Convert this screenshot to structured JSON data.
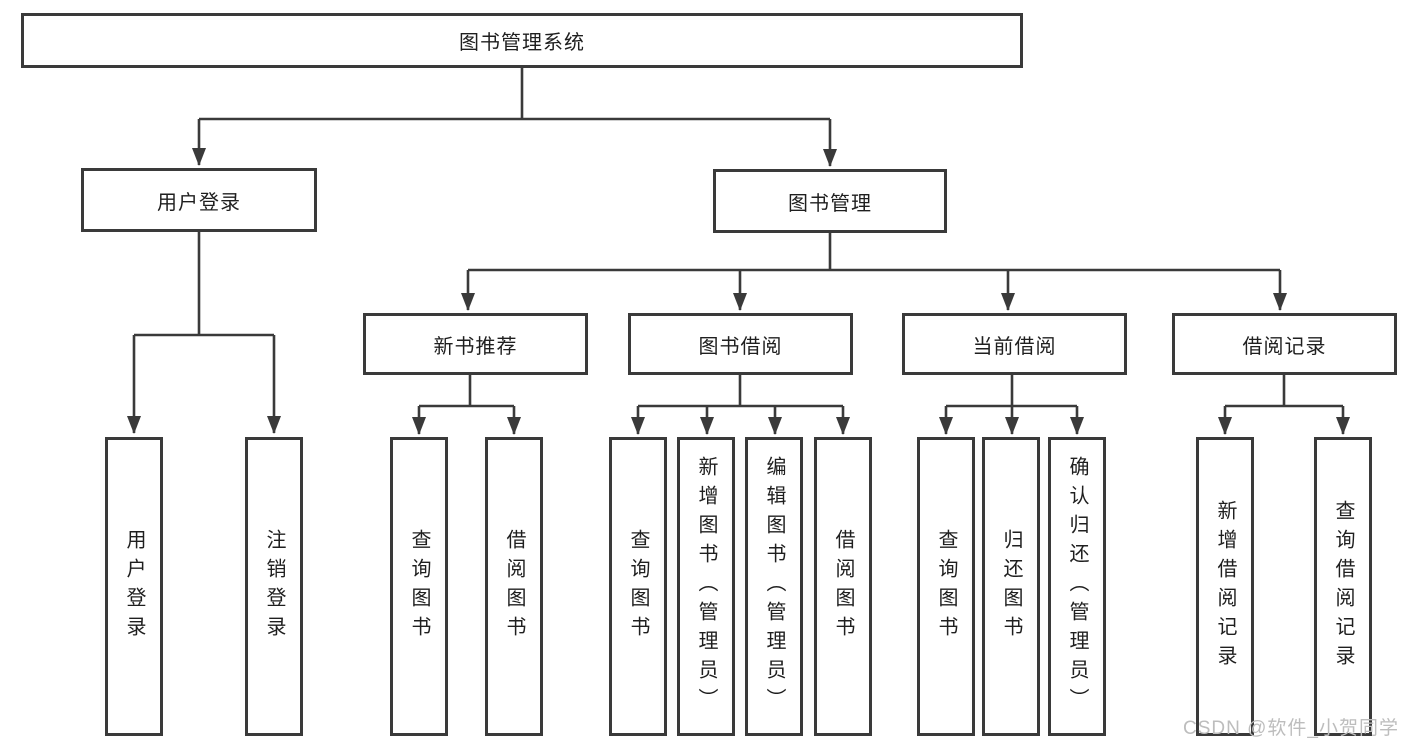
{
  "diagram": {
    "title": "图书管理系统",
    "branches": {
      "user_login": {
        "label": "用户登录",
        "children": [
          "用户登录",
          "注销登录"
        ]
      },
      "book_mgmt": {
        "label": "图书管理",
        "sections": {
          "new_books": {
            "label": "新书推荐",
            "children": [
              "查询图书",
              "借阅图书"
            ]
          },
          "borrow": {
            "label": "图书借阅",
            "children": [
              "查询图书",
              "新增图书（管理员）",
              "编辑图书（管理员）",
              "借阅图书"
            ]
          },
          "current": {
            "label": "当前借阅",
            "children": [
              "查询图书",
              "归还图书",
              "确认归还（管理员）"
            ]
          },
          "records": {
            "label": "借阅记录",
            "children": [
              "新增借阅记录",
              "查询借阅记录"
            ]
          }
        }
      }
    },
    "line_color": "#3a3a3a",
    "watermark": "CSDN @软件_小贺同学"
  }
}
